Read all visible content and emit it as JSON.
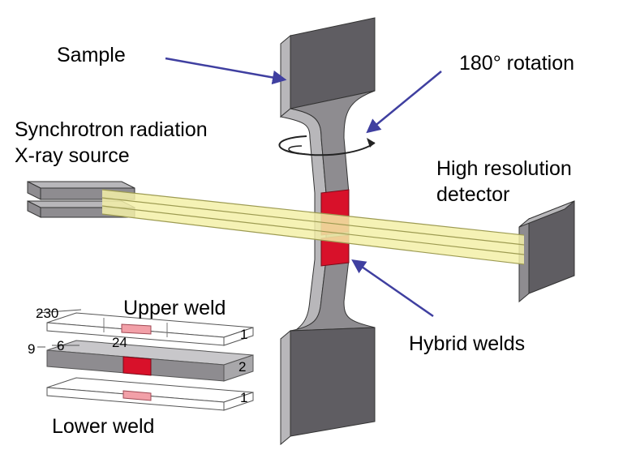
{
  "labels": {
    "sample": "Sample",
    "rotation": "180° rotation",
    "source_line1": "Synchrotron radiation",
    "source_line2": "X-ray source",
    "detector_line1": "High resolution",
    "detector_line2": "detector",
    "upper_weld": "Upper weld",
    "hybrid_welds": "Hybrid welds",
    "lower_weld": "Lower weld"
  },
  "inset_dimensions": {
    "length": "230",
    "height": "9",
    "offset": "6",
    "weld_width": "24",
    "thickness_upper": "1",
    "thickness_middle": "2",
    "thickness_lower": "1"
  },
  "colors": {
    "metal_face": "#5f5d62",
    "metal_side": "#8e8c90",
    "metal_top": "#b8b7ba",
    "weld": "#d8112a",
    "beam": "#f3f0a8",
    "beam_edge": "#9d9b52",
    "arrow": "#3f3fa0"
  }
}
